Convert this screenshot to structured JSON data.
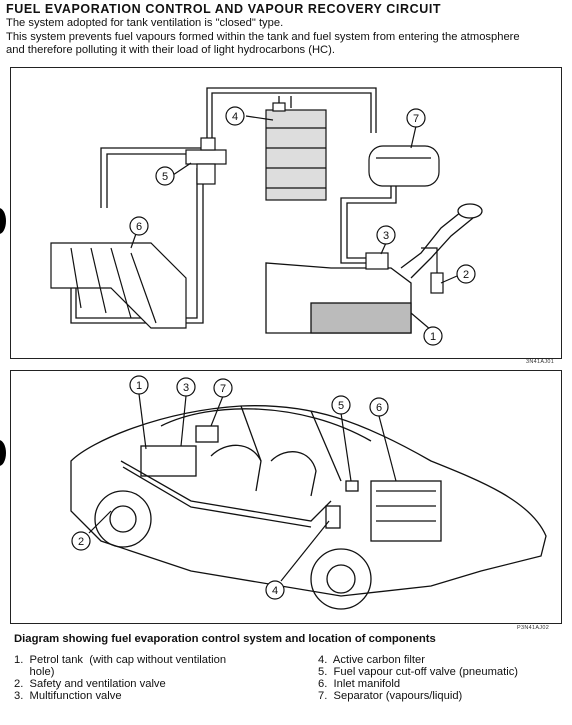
{
  "title": "FUEL EVAPORATION CONTROL AND VAPOUR RECOVERY CIRCUIT",
  "intro": {
    "line1": "The system adopted for tank ventilation is \"closed\" type.",
    "line2": "This system prevents fuel vapours formed within the tank and fuel system from entering the atmosphere",
    "line3": "and therefore polluting it with their load of light hydrocarbons (HC)."
  },
  "top_diagram": {
    "ref_code": "3N41AJ01",
    "callouts": [
      "1",
      "2",
      "3",
      "4",
      "5",
      "6",
      "7"
    ]
  },
  "bottom_diagram": {
    "ref_code": "P3N41AJ02",
    "callouts": [
      "1",
      "2",
      "3",
      "4",
      "5",
      "6",
      "7"
    ]
  },
  "caption": "Diagram showing fuel evaporation control system and location of components",
  "legend": {
    "left": [
      "1.  Petrol tank  (with cap without ventilation",
      "     hole)",
      "2.  Safety and ventilation valve",
      "3.  Multifunction valve"
    ],
    "right": [
      "4.  Active carbon filter",
      "5.  Fuel vapour cut-off valve (pneumatic)",
      "6.  Inlet manifold",
      "7.  Separator (vapours/liquid)"
    ]
  }
}
